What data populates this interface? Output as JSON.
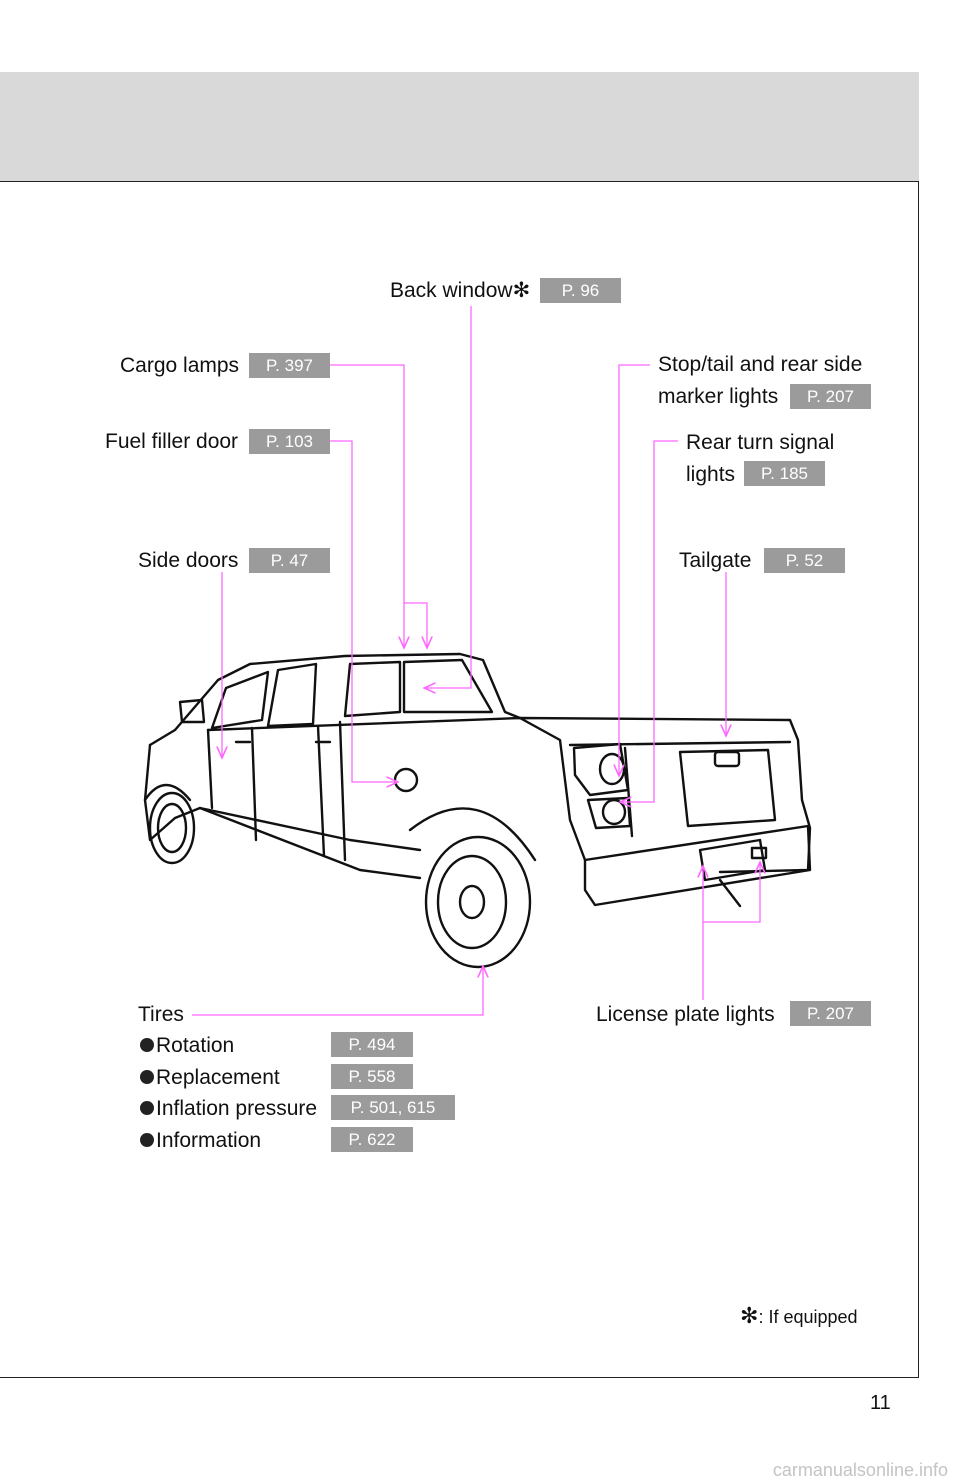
{
  "asterisk": "✻",
  "callouts": {
    "back_window": {
      "label": "Back window",
      "page": "P. 96"
    },
    "cargo_lamps": {
      "label": "Cargo lamps",
      "page": "P. 397"
    },
    "fuel_filler_door": {
      "label": "Fuel filler door",
      "page": "P. 103"
    },
    "side_doors": {
      "label": "Side doors",
      "page": "P. 47"
    },
    "stop_tail": {
      "line1": "Stop/tail and rear side",
      "line2": "marker lights",
      "page": "P. 207"
    },
    "rear_turn": {
      "line1": "Rear turn signal",
      "line2": "lights",
      "page": "P. 185"
    },
    "tailgate": {
      "label": "Tailgate",
      "page": "P. 52"
    },
    "license_plate": {
      "label": "License plate lights",
      "page": "P. 207"
    }
  },
  "tires": {
    "title": "Tires",
    "items": [
      {
        "label": "Rotation",
        "page": "P. 494"
      },
      {
        "label": "Replacement",
        "page": "P. 558"
      },
      {
        "label": "Inflation pressure",
        "page": "P. 501, 615"
      },
      {
        "label": "Information",
        "page": "P. 622"
      }
    ]
  },
  "footnote": ": If equipped",
  "page_number": "11",
  "watermark": "carmanualsonline.info",
  "colors": {
    "leader": "#ff66ff",
    "ref_bg": "#9b9b9b",
    "header_bg": "#d9d9d9"
  }
}
